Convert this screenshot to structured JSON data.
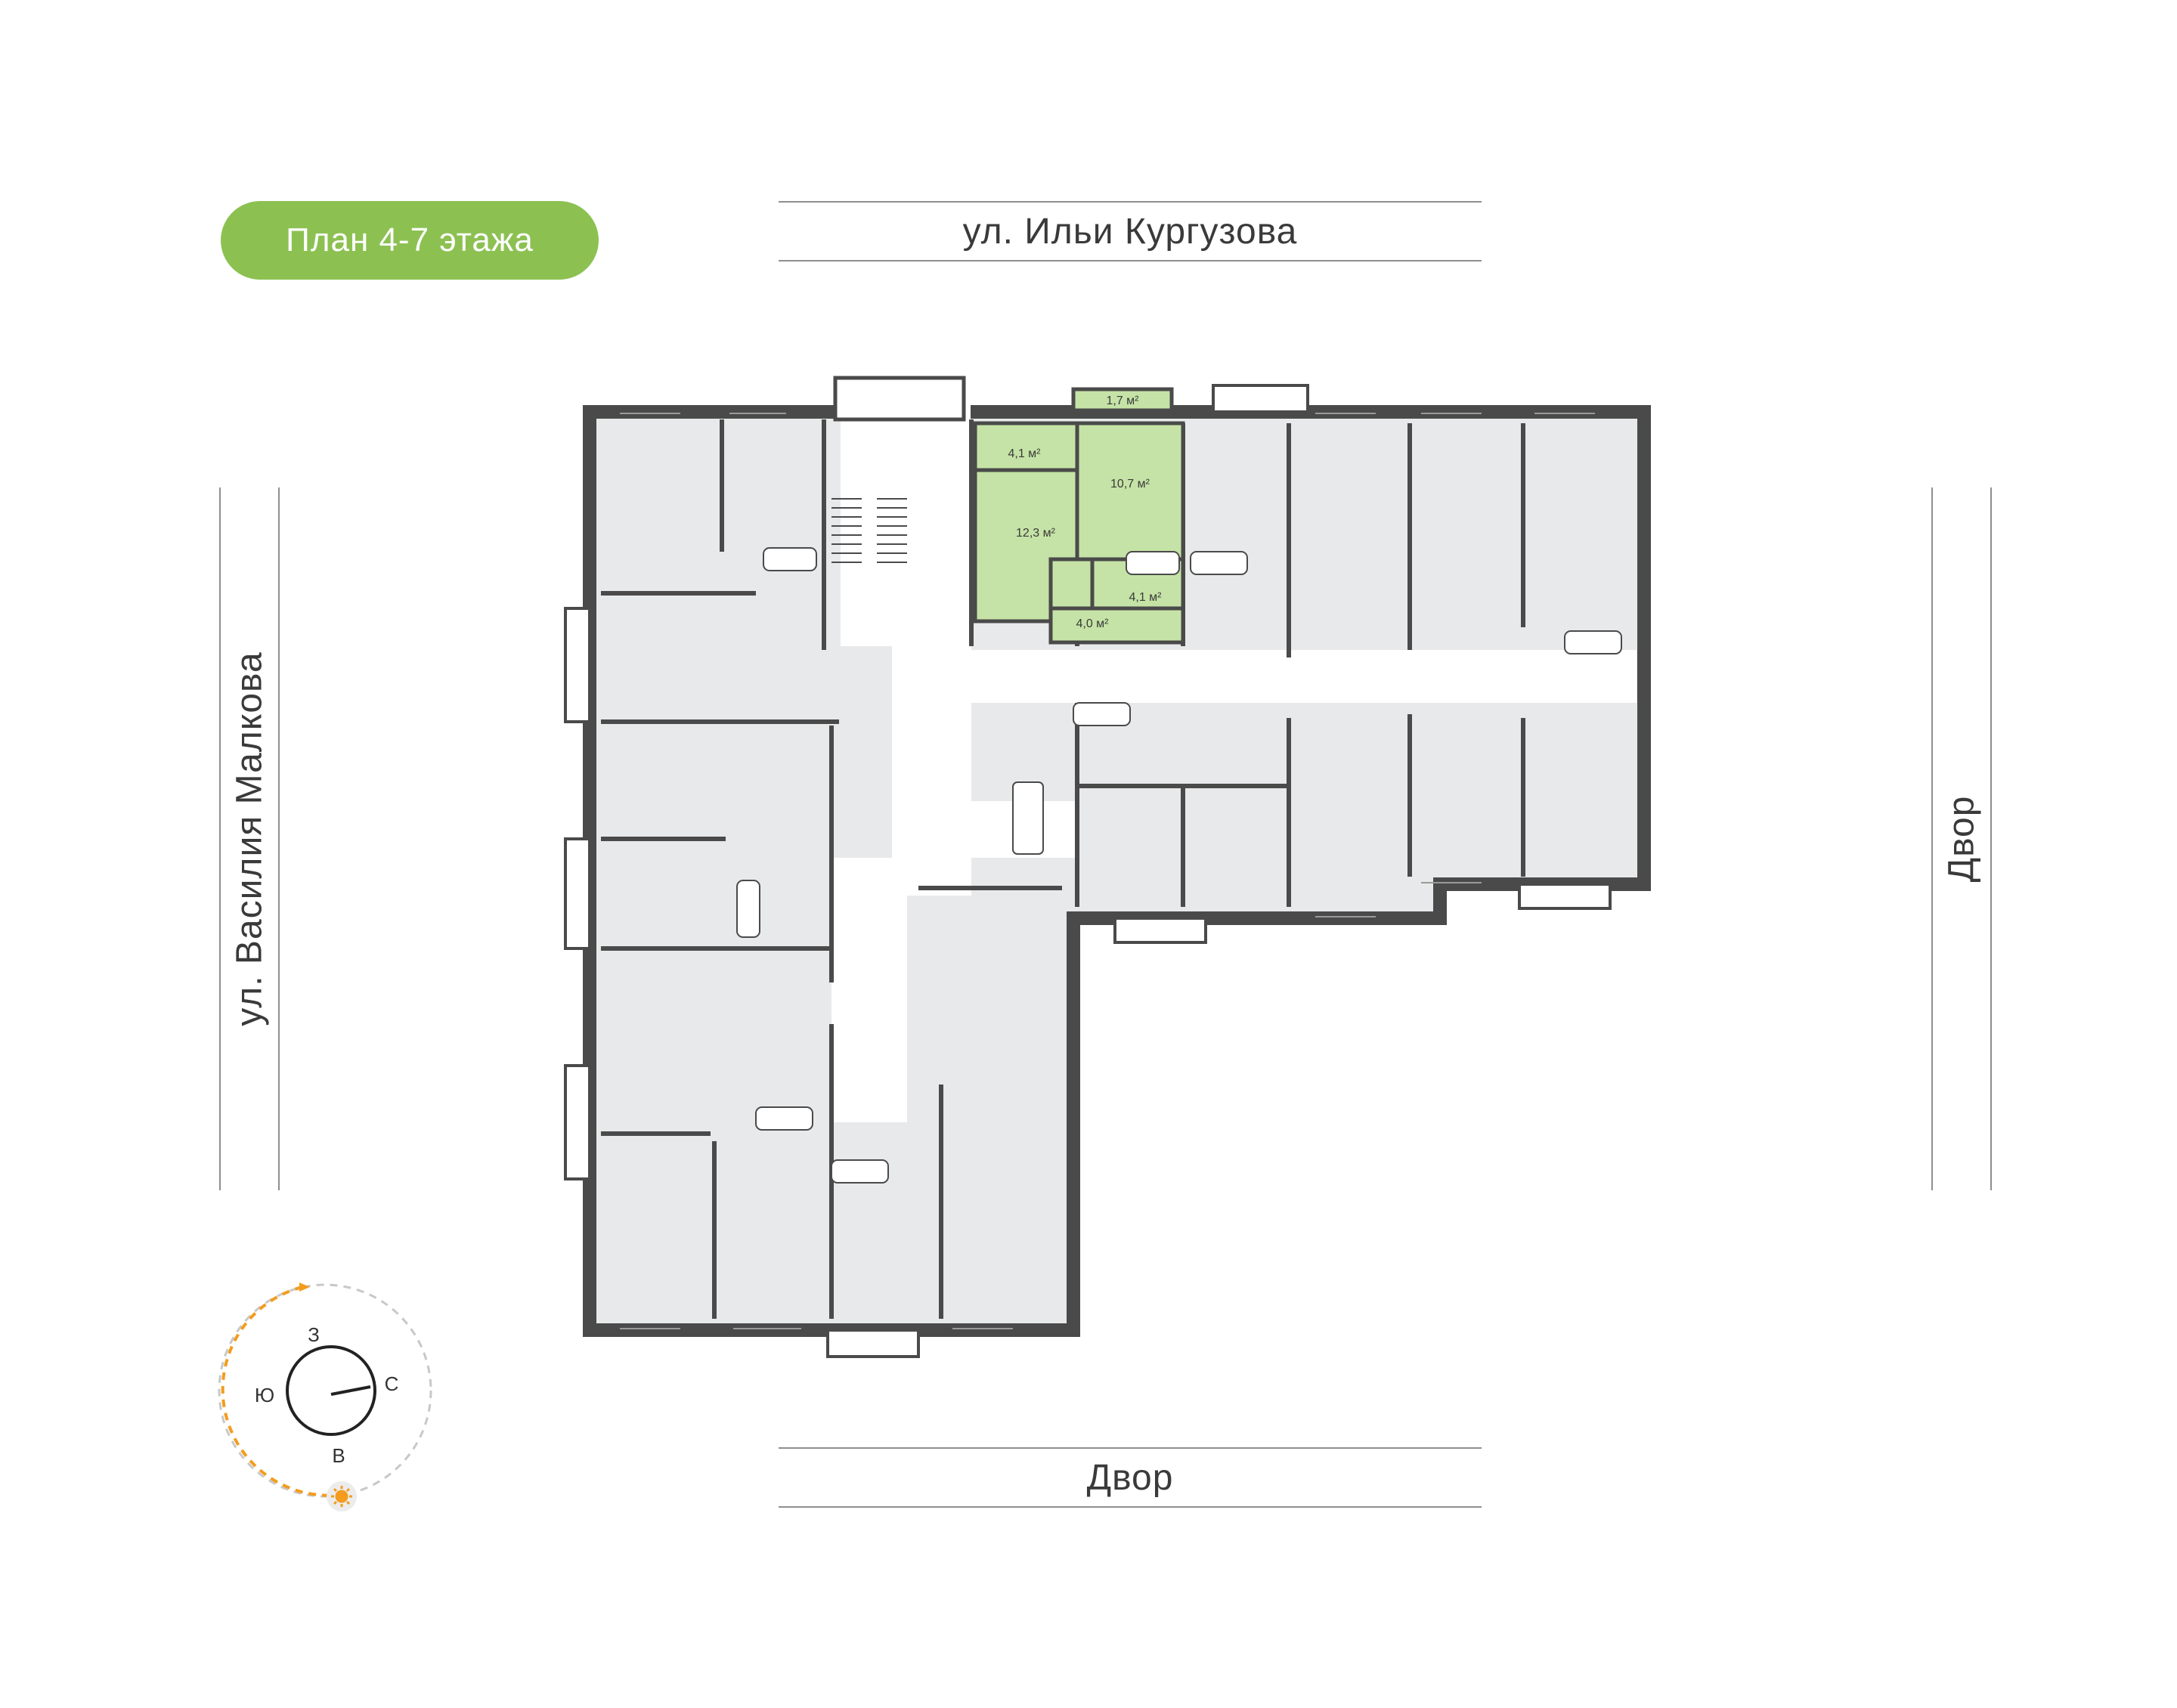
{
  "title": "План 4-7 этажа",
  "streets": {
    "top": "ул. Ильи Кургузова",
    "bottom": "Двор",
    "left": "ул. Василия Малкова",
    "right": "Двор"
  },
  "apartment": {
    "highlight_color": "#c5e3a6",
    "rooms": [
      {
        "label": "1,7 м²"
      },
      {
        "label": "4,1 м²"
      },
      {
        "label": "10,7 м²"
      },
      {
        "label": "12,3 м²"
      },
      {
        "label": "4,1 м²"
      },
      {
        "label": "4,0 м²"
      }
    ]
  },
  "compass": {
    "west": "З",
    "north": "С",
    "south": "Ю",
    "east": "В",
    "sun_color": "#f39c1f"
  },
  "colors": {
    "badge": "#8cc152",
    "wall": "#4a4a4a",
    "room_fill": "#e8e9ea"
  }
}
